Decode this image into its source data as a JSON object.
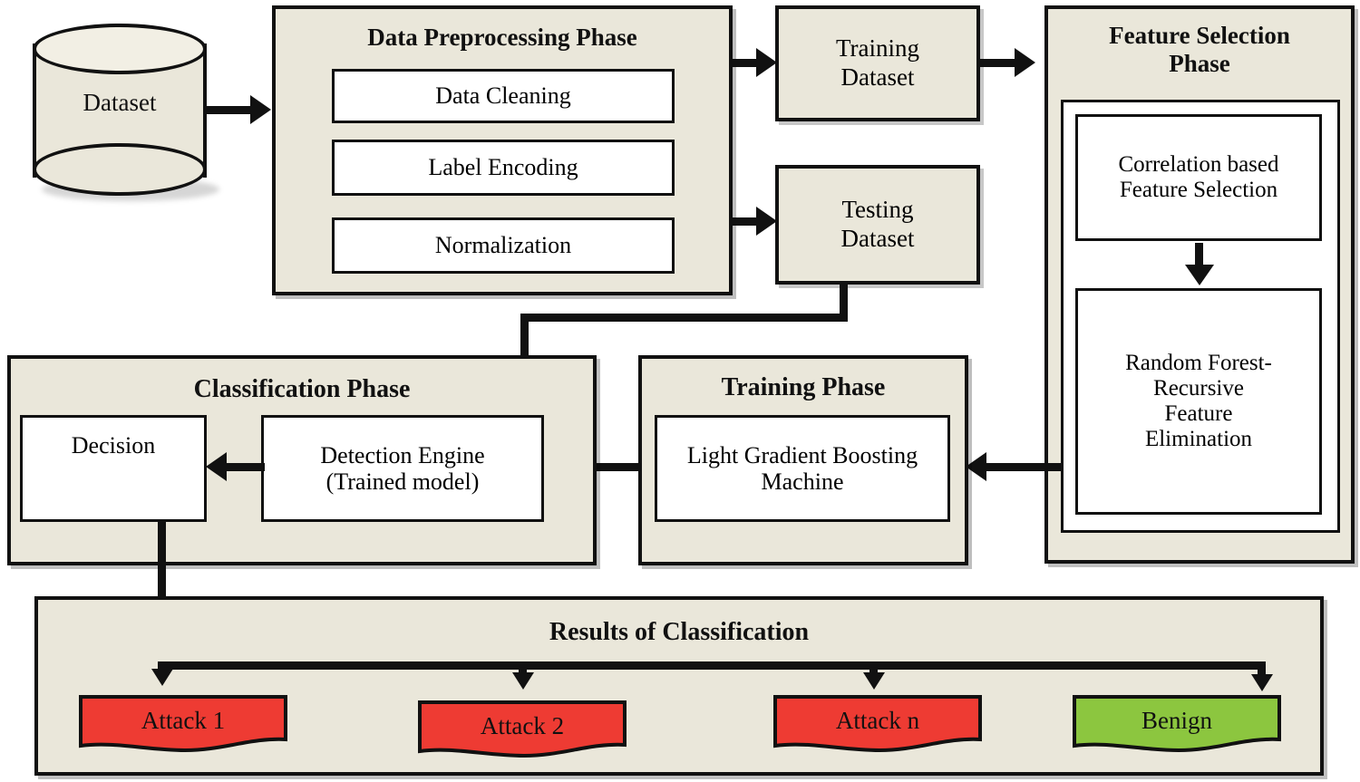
{
  "diagram": {
    "title": "Intrusion Detection System Pipeline Flowchart",
    "colors": {
      "panel_fill": "#eae7da",
      "box_fill": "#ffffff",
      "stroke": "#111111",
      "attack_fill": "#ee3b33",
      "benign_fill": "#8cc63f",
      "page_background": "#ffffff"
    }
  },
  "dataset": {
    "label": "Dataset"
  },
  "preprocessing": {
    "title": "Data Preprocessing Phase",
    "steps": [
      {
        "label": "Data Cleaning"
      },
      {
        "label": "Label Encoding"
      },
      {
        "label": "Normalization"
      }
    ]
  },
  "splits": {
    "training": "Training\nDataset",
    "training_line1": "Training",
    "training_line2": "Dataset",
    "testing_line1": "Testing",
    "testing_line2": "Dataset"
  },
  "feature_selection": {
    "title_line1": "Feature Selection",
    "title_line2": "Phase",
    "steps": [
      {
        "label": "Correlation based Feature Selection"
      },
      {
        "label": "Random Forest- Recursive Feature Elimination"
      }
    ]
  },
  "training_phase": {
    "title": "Training Phase",
    "model": "Light Gradient Boosting Machine"
  },
  "classification_phase": {
    "title": "Classification Phase",
    "decision": "Decision",
    "engine": "Detection Engine (Trained model)"
  },
  "results": {
    "title": "Results of Classification",
    "outcomes": [
      {
        "label": "Attack 1",
        "kind": "attack",
        "color": "#ee3b33"
      },
      {
        "label": "Attack 2",
        "kind": "attack",
        "color": "#ee3b33"
      },
      {
        "label": "Attack n",
        "kind": "attack",
        "color": "#ee3b33"
      },
      {
        "label": "Benign",
        "kind": "benign",
        "color": "#8cc63f"
      }
    ]
  }
}
